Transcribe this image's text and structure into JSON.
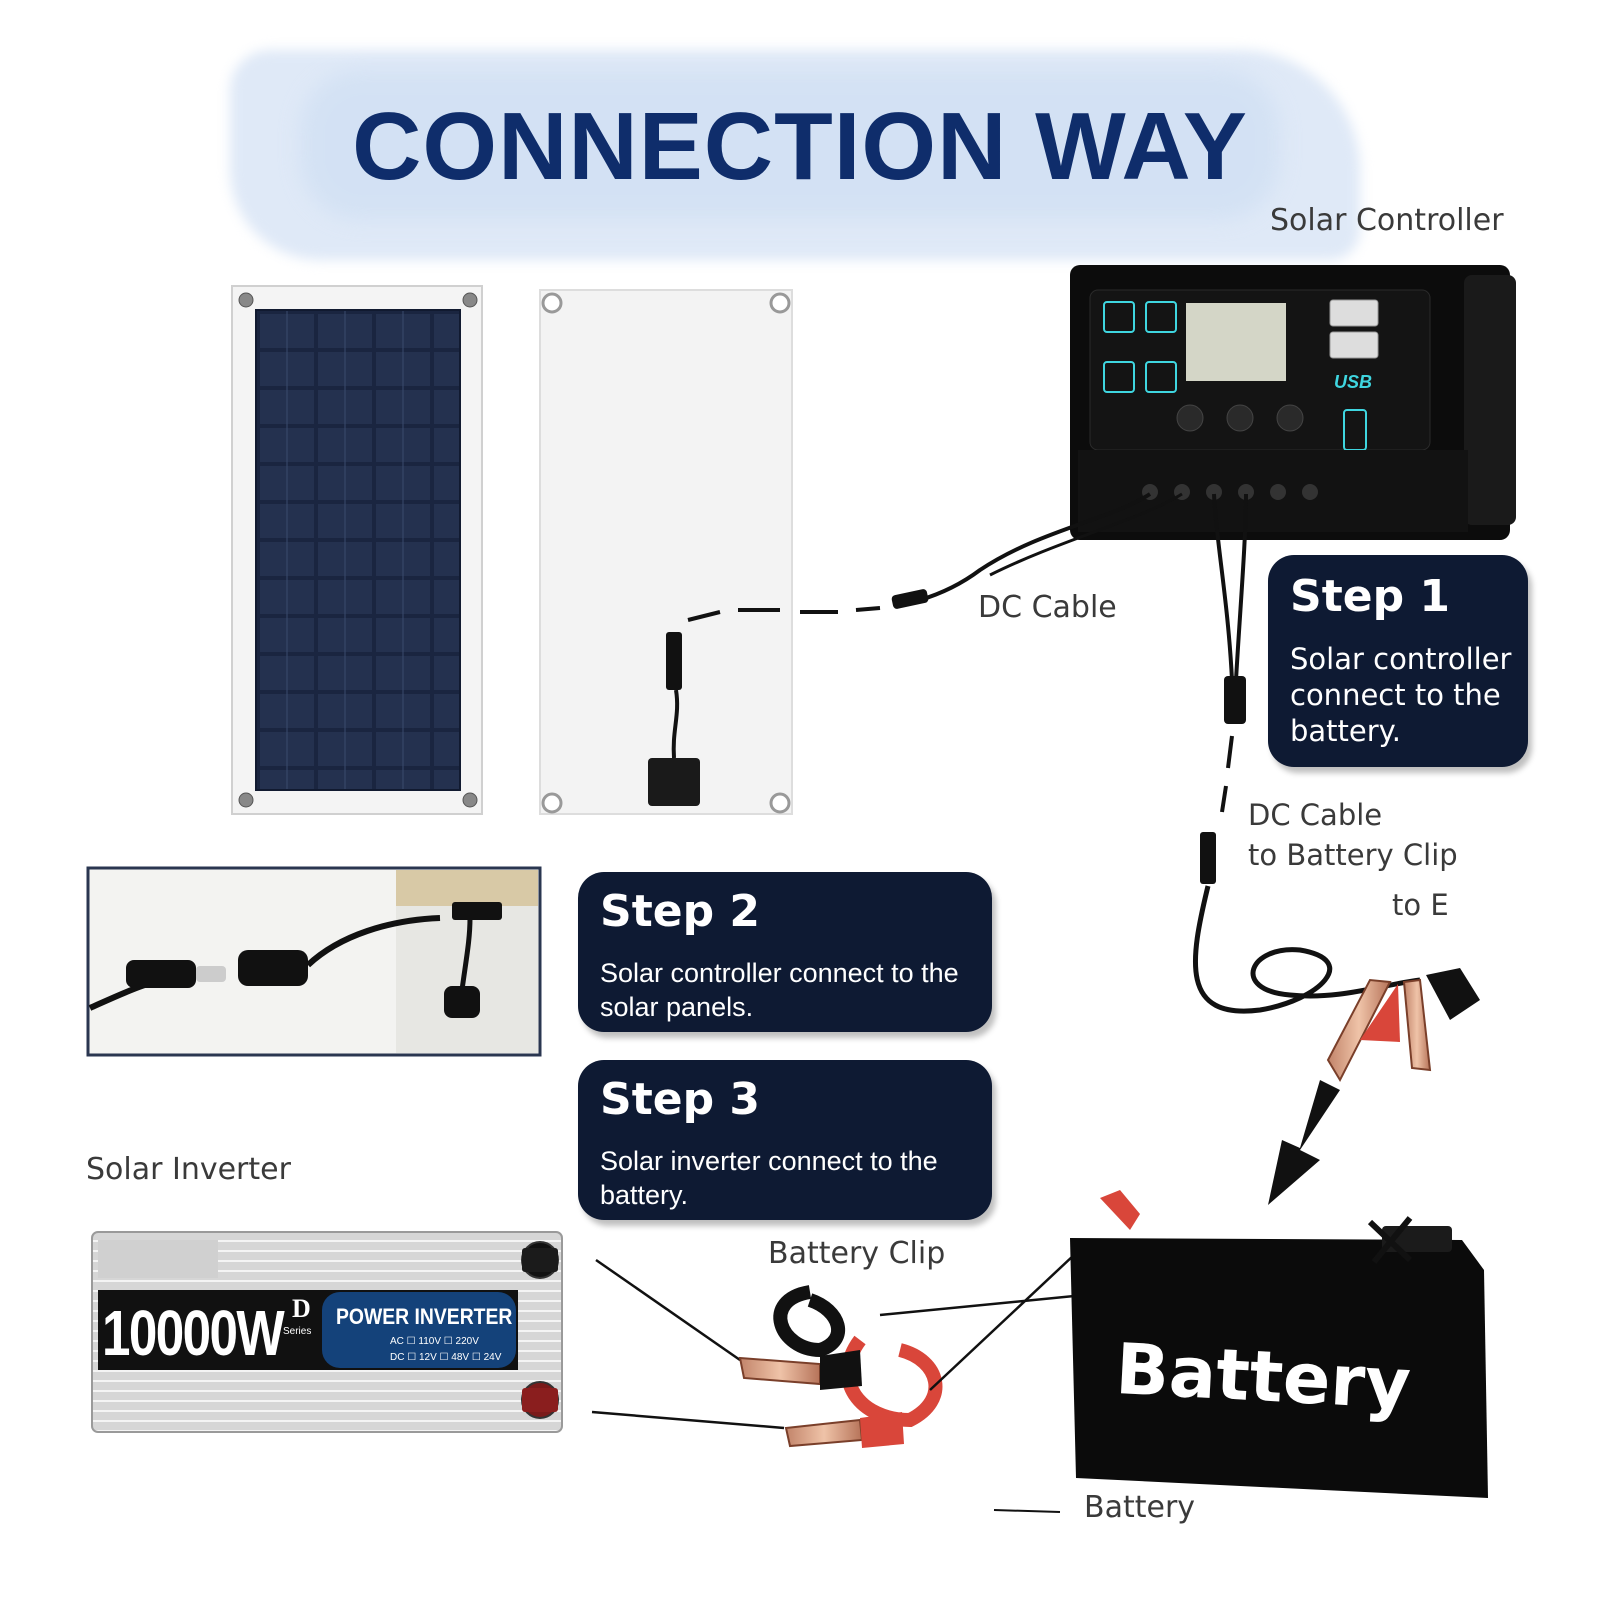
{
  "header": {
    "title": "CONNECTION WAY"
  },
  "labels": {
    "solar_controller": "Solar Controller",
    "dc_cable": "DC Cable",
    "dc_cable_battery_line1": "DC Cable",
    "dc_cable_battery_line2": "to Battery Clip",
    "dc_cable_battery_line3": "to E",
    "solar_inverter": "Solar Inverter",
    "battery_clip": "Battery Clip",
    "battery": "Battery"
  },
  "steps": [
    {
      "title": "Step 1",
      "description": "Solar controller connect to the battery."
    },
    {
      "title": "Step 2",
      "description": "Solar controller connect to the solar panels."
    },
    {
      "title": "Step 3",
      "description": "Solar inverter connect to the battery."
    }
  ],
  "inverter": {
    "wattage": "10000W",
    "series_letter": "D",
    "series_word": "Series",
    "product_name": "POWER INVERTER",
    "ac_spec": "AC ☐ 110V ☐ 220V",
    "dc_spec": "DC ☐ 12V ☐ 48V ☐ 24V"
  },
  "controller": {
    "usb_label": "USB"
  },
  "battery_product": {
    "label": "Battery"
  },
  "colors": {
    "title": "#0f2d6b",
    "step_bg": "#0e1a33",
    "controller_accent": "#3fd6e0",
    "clip_red": "#d9463a"
  }
}
